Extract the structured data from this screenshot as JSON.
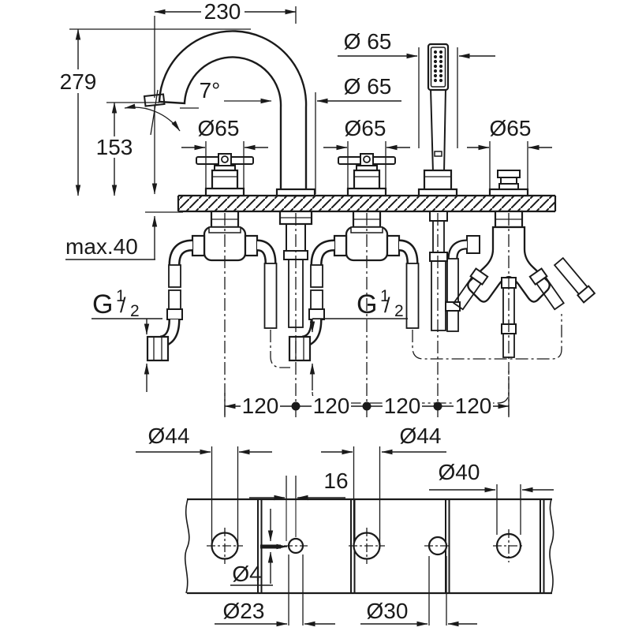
{
  "colors": {
    "ink": "#1a1a1a",
    "paper": "#ffffff"
  },
  "elevation": {
    "spout_projection": "230",
    "height_total": "279",
    "height_outlet": "153",
    "spout_angle": "7°",
    "dia_handshower_base": "Ø 65",
    "dia_spout_base": "Ø 65",
    "dia_left_handle": "Ø65",
    "dia_right_handle": "Ø65",
    "dia_diverter": "Ø65",
    "max_deck_thickness": "max.40",
    "thread_left": {
      "g": "G",
      "num": "1",
      "slash": "/",
      "den": "2"
    },
    "thread_center": {
      "g": "G",
      "num": "1",
      "slash": "/",
      "den": "2"
    },
    "spacing": [
      "120",
      "120",
      "120",
      "120"
    ]
  },
  "plan": {
    "dia_hole_left_valve": "Ø44",
    "dia_hole_right_valve": "Ø44",
    "dia_hole_diverter": "Ø40",
    "pin_offset": "16",
    "dia_pin": "Ø4",
    "dia_hole_spout": "Ø23",
    "dia_hole_shower": "Ø30"
  }
}
